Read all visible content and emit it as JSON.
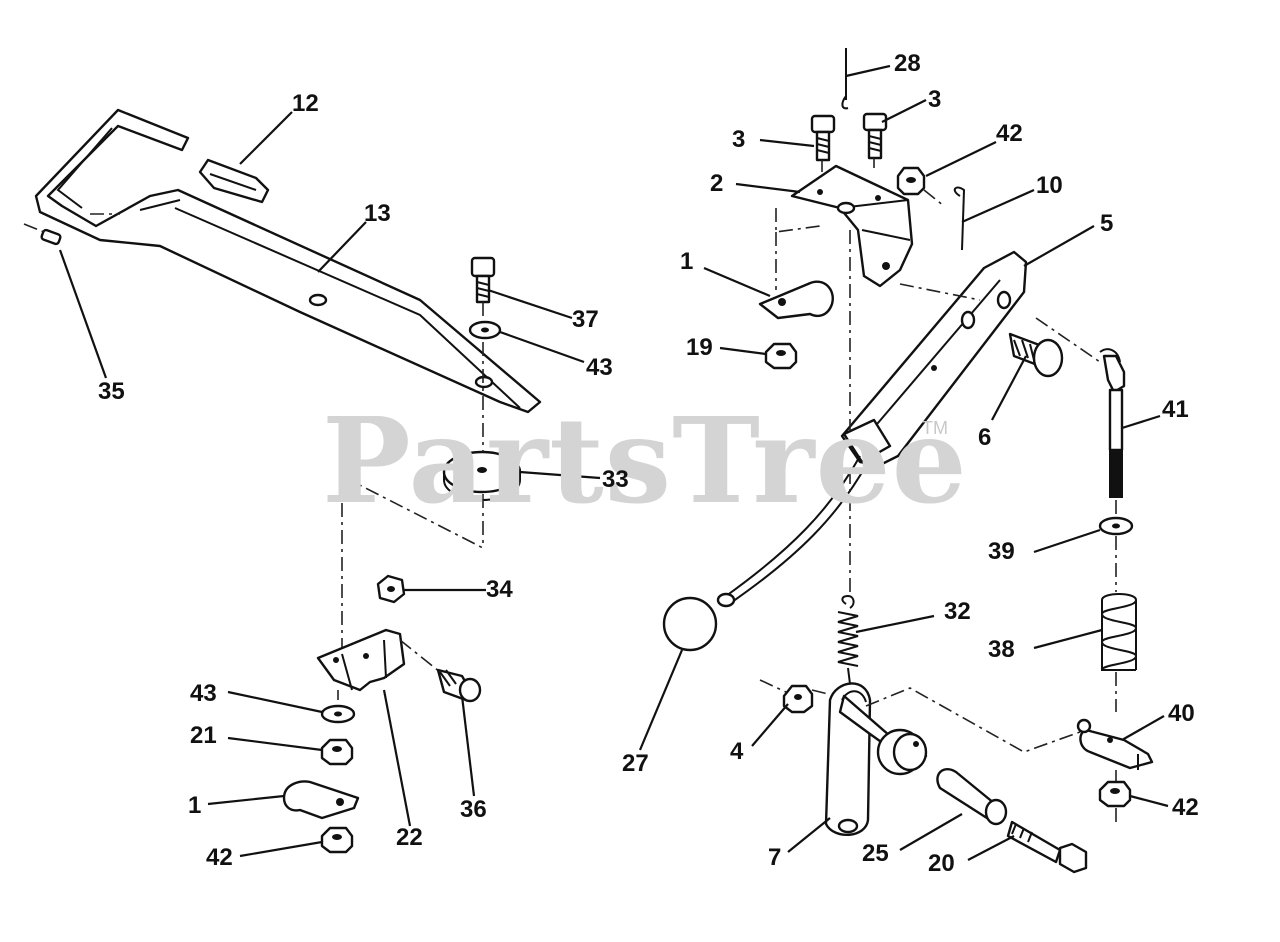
{
  "watermark": {
    "text": "PartsTree",
    "trademark": "TM"
  },
  "callouts": {
    "c12": "12",
    "c13": "13",
    "c35": "35",
    "c37": "37",
    "c43a": "43",
    "c33": "33",
    "c34": "34",
    "c43b": "43",
    "c21": "21",
    "c1a": "1",
    "c42a": "42",
    "c22": "22",
    "c36": "36",
    "c28": "28",
    "c3a": "3",
    "c3b": "3",
    "c42b": "42",
    "c2": "2",
    "c10": "10",
    "c5": "5",
    "c1b": "1",
    "c19": "19",
    "c6": "6",
    "c41": "41",
    "c39": "39",
    "c32": "32",
    "c38": "38",
    "c27": "27",
    "c4": "4",
    "c40": "40",
    "c42c": "42",
    "c7": "7",
    "c25": "25",
    "c20": "20"
  }
}
